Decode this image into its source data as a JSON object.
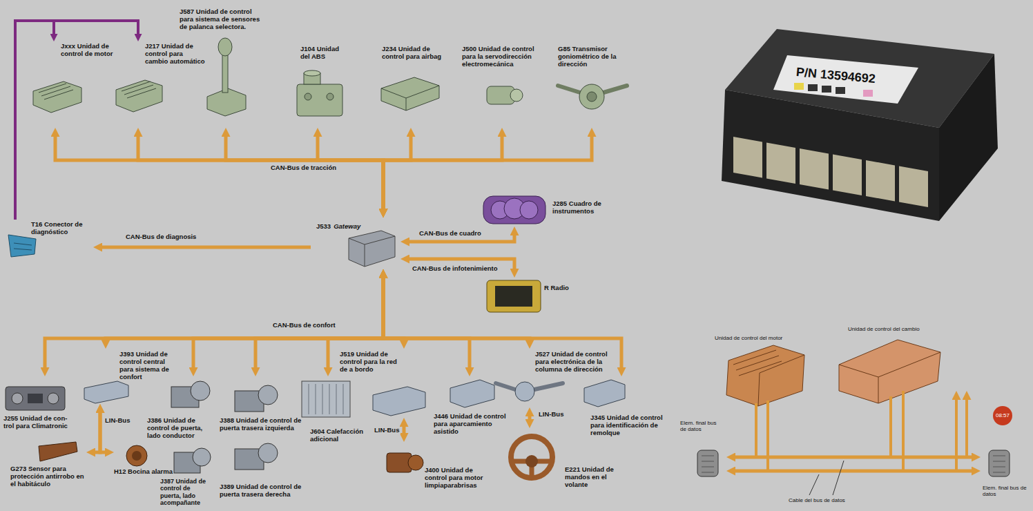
{
  "diagram": {
    "nodes": [
      {
        "text": [
          "Jxxx Unidad de control de motor"
        ]
      },
      {
        "text": [
          "J217 Unidad de control para cambio automático"
        ]
      },
      {
        "text": [
          "J587 Unidad de control para sistema de sensores de palanca selectora."
        ]
      },
      {
        "text": [
          "J104 Unidad del ABS"
        ]
      },
      {
        "text": [
          "J234 Unidad de control para airbag"
        ]
      },
      {
        "text": [
          "J500 Unidad de control para la servodirección electromecánica"
        ]
      },
      {
        "text": [
          "G85 Transmisor goniométrico de la dirección"
        ]
      },
      {
        "text": [
          "T16 Conector de diagnóstico"
        ]
      },
      {
        "text": [
          "J533",
          "Gateway"
        ]
      },
      {
        "text": [
          "J285 Cuadro de instrumentos"
        ]
      },
      {
        "text": [
          "R Radio"
        ]
      },
      {
        "text": [
          "J255 Unidad de con- trol para Climatronic"
        ]
      },
      {
        "text": [
          "J393 Unidad de control central para sistema de confort"
        ]
      },
      {
        "text": [
          "J386 Unidad de control de puerta, lado conductor"
        ]
      },
      {
        "text": [
          "J387 Unidad de control de puerta, lado acompañante"
        ]
      },
      {
        "text": [
          "J388 Unidad de control de puerta trasera izquierda"
        ]
      },
      {
        "text": [
          "J389 Unidad de control de puerta trasera derecha"
        ]
      },
      {
        "text": [
          "J604 Calefacción adicional"
        ]
      },
      {
        "text": [
          "J519 Unidad de control para la red de a bordo"
        ]
      },
      {
        "text": [
          "J446 Unidad de control para aparcamiento asistido"
        ]
      },
      {
        "text": [
          "J527 Unidad de control para electrónica de la columna de dirección"
        ]
      },
      {
        "text": [
          "J345 Unidad de control para identificación de remolque"
        ]
      },
      {
        "text": [
          "G273 Sensor para protección antirrobo en el habitáculo"
        ]
      },
      {
        "text": [
          "H12 Bocina alarma"
        ]
      },
      {
        "text": [
          "J400 Unidad de control para motor limpiaparabrisas"
        ]
      },
      {
        "text": [
          "E221 Unidad de mandos en el volante"
        ]
      },
      {
        "text": [
          "Unidad de control del motor"
        ]
      },
      {
        "text": [
          "Unidad de control del cambio"
        ]
      },
      {
        "text": [
          "Elem. final bus de datos"
        ]
      },
      {
        "text": [
          "Elem. final bus de datos"
        ]
      }
    ],
    "edges": [
      {
        "from": 8,
        "to": 0,
        "arrow": "both"
      },
      {
        "from": 8,
        "to": 1,
        "arrow": "both"
      },
      {
        "from": 8,
        "to": 2,
        "arrow": "both"
      },
      {
        "from": 8,
        "to": 3,
        "arrow": "both"
      },
      {
        "from": 8,
        "to": 4,
        "arrow": "both"
      },
      {
        "from": 8,
        "to": 5,
        "arrow": "both"
      },
      {
        "from": 8,
        "to": 6,
        "arrow": "both"
      },
      {
        "from": 7,
        "to": 0,
        "arrow": "to"
      },
      {
        "from": 7,
        "to": 1,
        "arrow": "to"
      },
      {
        "from": 8,
        "to": 7,
        "arrow": "to",
        "label": "CAN-Bus de diagnosis"
      },
      {
        "from": 8,
        "to": 9,
        "arrow": "both",
        "label": "CAN-Bus de cuadro"
      },
      {
        "from": 8,
        "to": 10,
        "arrow": "both",
        "label": "CAN-Bus de infotenimiento"
      },
      {
        "from": 8,
        "to": 11,
        "arrow": "both"
      },
      {
        "from": 8,
        "to": 12,
        "arrow": "both"
      },
      {
        "from": 8,
        "to": 13,
        "arrow": "both"
      },
      {
        "from": 8,
        "to": 15,
        "arrow": "both"
      },
      {
        "from": 8,
        "to": 17,
        "arrow": "both"
      },
      {
        "from": 8,
        "to": 18,
        "arrow": "both"
      },
      {
        "from": 8,
        "to": 19,
        "arrow": "both"
      },
      {
        "from": 8,
        "to": 20,
        "arrow": "both"
      },
      {
        "from": 8,
        "to": 21,
        "arrow": "both"
      },
      {
        "from": 12,
        "to": 22,
        "arrow": "both"
      },
      {
        "from": 12,
        "to": 23,
        "arrow": "both"
      },
      {
        "from": 18,
        "to": 24,
        "arrow": "both"
      },
      {
        "from": 20,
        "to": 25,
        "arrow": "both"
      },
      {
        "from": 28,
        "to": 29,
        "arrow": "both"
      }
    ],
    "labels": [
      "CAN-Bus de tracción",
      "CAN-Bus de confort",
      "LIN-Bus",
      "LIN-Bus",
      "LIN-Bus",
      "Cable del bus de datos",
      "P/N 13594692",
      "08:57"
    ]
  }
}
